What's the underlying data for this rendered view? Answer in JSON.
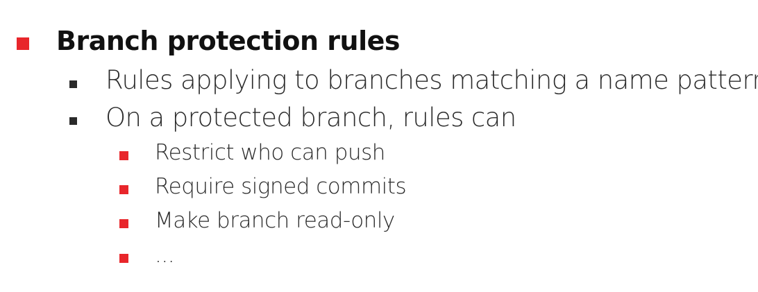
{
  "slide": {
    "heading": "Branch protection rules",
    "level2": [
      "Rules applying to branches matching a name pattern",
      "On a protected branch, rules can"
    ],
    "level3": [
      "Restrict who can push",
      "Require signed commits",
      "Make branch read-only",
      "..."
    ],
    "colors": {
      "accent_bullet": "#e8262b",
      "secondary_bullet": "#2a2a2a",
      "text": "#2b2b2b"
    }
  }
}
